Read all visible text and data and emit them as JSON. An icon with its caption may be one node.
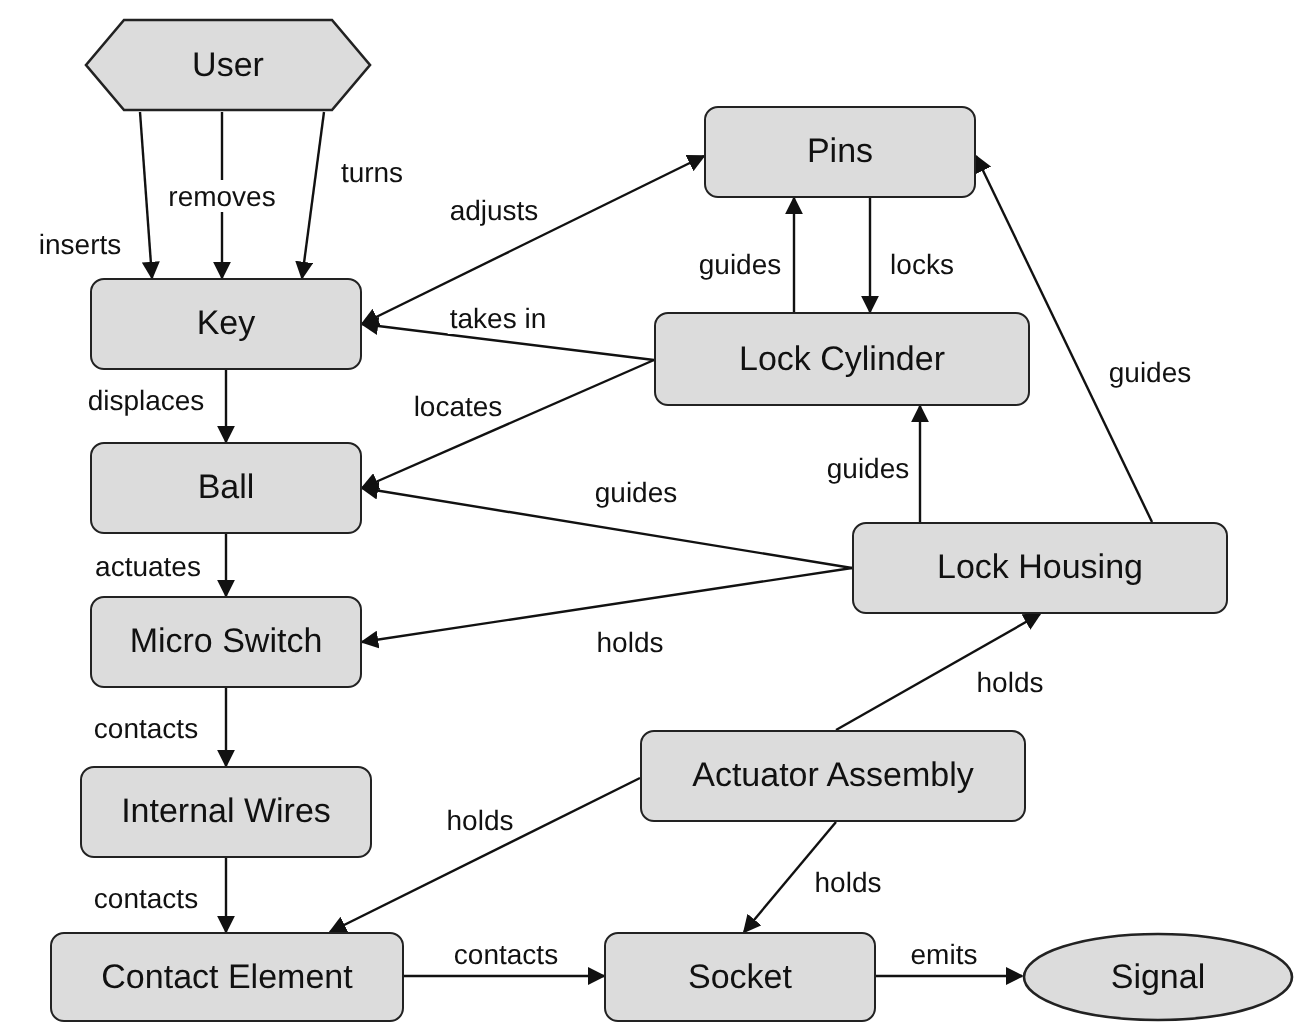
{
  "diagram": {
    "nodes": [
      {
        "text": [
          "User"
        ]
      },
      {
        "text": [
          "Pins"
        ]
      },
      {
        "text": [
          "Key"
        ]
      },
      {
        "text": [
          "Lock Cylinder"
        ]
      },
      {
        "text": [
          "Ball"
        ]
      },
      {
        "text": [
          "Lock Housing"
        ]
      },
      {
        "text": [
          "Micro Switch"
        ]
      },
      {
        "text": [
          "Actuator Assembly"
        ]
      },
      {
        "text": [
          "Internal Wires"
        ]
      },
      {
        "text": [
          "Contact Element"
        ]
      },
      {
        "text": [
          "Socket"
        ]
      },
      {
        "text": [
          "Signal"
        ]
      }
    ],
    "edges": [
      {
        "from": 0,
        "to": 2,
        "arrow": "to",
        "label": "inserts"
      },
      {
        "from": 0,
        "to": 2,
        "arrow": "to",
        "label": "removes"
      },
      {
        "from": 0,
        "to": 2,
        "arrow": "to",
        "label": "turns"
      },
      {
        "from": 2,
        "to": 1,
        "arrow": "both",
        "label": "adjusts"
      },
      {
        "from": 3,
        "to": 2,
        "arrow": "to",
        "label": "takes in"
      },
      {
        "from": 3,
        "to": 4,
        "arrow": "to",
        "label": "locates"
      },
      {
        "from": 3,
        "to": 1,
        "arrow": "to",
        "label": "guides"
      },
      {
        "from": 1,
        "to": 3,
        "arrow": "to",
        "label": "locks"
      },
      {
        "from": 5,
        "to": 4,
        "arrow": "to",
        "label": "guides"
      },
      {
        "from": 5,
        "to": 6,
        "arrow": "to",
        "label": "holds"
      },
      {
        "from": 5,
        "to": 3,
        "arrow": "to",
        "label": "guides"
      },
      {
        "from": 5,
        "to": 1,
        "arrow": "to",
        "label": "guides"
      },
      {
        "from": 2,
        "to": 4,
        "arrow": "to",
        "label": "displaces"
      },
      {
        "from": 4,
        "to": 6,
        "arrow": "to",
        "label": "actuates"
      },
      {
        "from": 6,
        "to": 8,
        "arrow": "to",
        "label": "contacts"
      },
      {
        "from": 8,
        "to": 9,
        "arrow": "to",
        "label": "contacts"
      },
      {
        "from": 7,
        "to": 5,
        "arrow": "to",
        "label": "holds"
      },
      {
        "from": 7,
        "to": 9,
        "arrow": "to",
        "label": "holds"
      },
      {
        "from": 7,
        "to": 10,
        "arrow": "to",
        "label": "holds"
      },
      {
        "from": 9,
        "to": 10,
        "arrow": "to",
        "label": "contacts"
      },
      {
        "from": 10,
        "to": 11,
        "arrow": "to",
        "label": "emits"
      }
    ]
  }
}
